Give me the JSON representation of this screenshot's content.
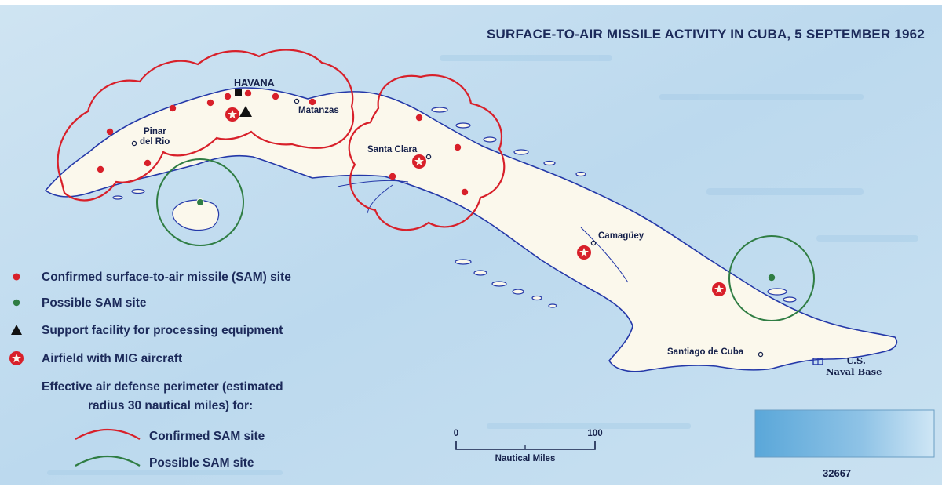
{
  "title": "SURFACE-TO-AIR MISSILE ACTIVITY IN CUBA, 5 SEPTEMBER 1962",
  "cities": {
    "havana": "HAVANA",
    "pinar_line1": "Pinar",
    "pinar_line2": "del Rio",
    "matanzas": "Matanzas",
    "santa_clara": "Santa Clara",
    "camaguey": "Camagüey",
    "santiago": "Santiago de Cuba",
    "naval_line1": "U.S.",
    "naval_line2": "Naval Base"
  },
  "legend": {
    "confirmed_sam": "Confirmed surface-to-air missile (SAM) site",
    "possible_sam": "Possible SAM site",
    "support": "Support facility for processing equipment",
    "airfield": "Airfield with MIG aircraft",
    "perimeter_line1": "Effective air defense perimeter (estimated",
    "perimeter_line2": "radius 30 nautical miles) for:",
    "perimeter_confirmed": "Confirmed SAM site",
    "perimeter_possible": "Possible SAM site"
  },
  "scale": {
    "zero": "0",
    "max": "100",
    "unit": "Nautical Miles"
  },
  "map_number": "32667",
  "colors": {
    "sea": "#c5dff0",
    "land": "#fbf8ec",
    "coast": "#2438a8",
    "confirmed": "#d8202a",
    "possible": "#2f7d43",
    "text": "#1c2a5a"
  }
}
